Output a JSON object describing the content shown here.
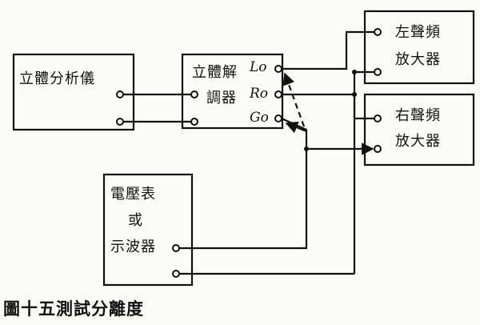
{
  "boxes": {
    "analyzer": {
      "label": "立體分析儀"
    },
    "demodulator": {
      "line1": "立體解",
      "line2": "調器"
    },
    "left_amp": {
      "line1": "左聲頻",
      "line2": "放大器"
    },
    "right_amp": {
      "line1": "右聲頻",
      "line2": "放大器"
    },
    "meter": {
      "line1": "電壓表",
      "line2": "或",
      "line3": "示波器"
    }
  },
  "ports": {
    "L": "Lo",
    "R": "Ro",
    "G": "Go"
  },
  "caption": "圖十五測試分離度"
}
